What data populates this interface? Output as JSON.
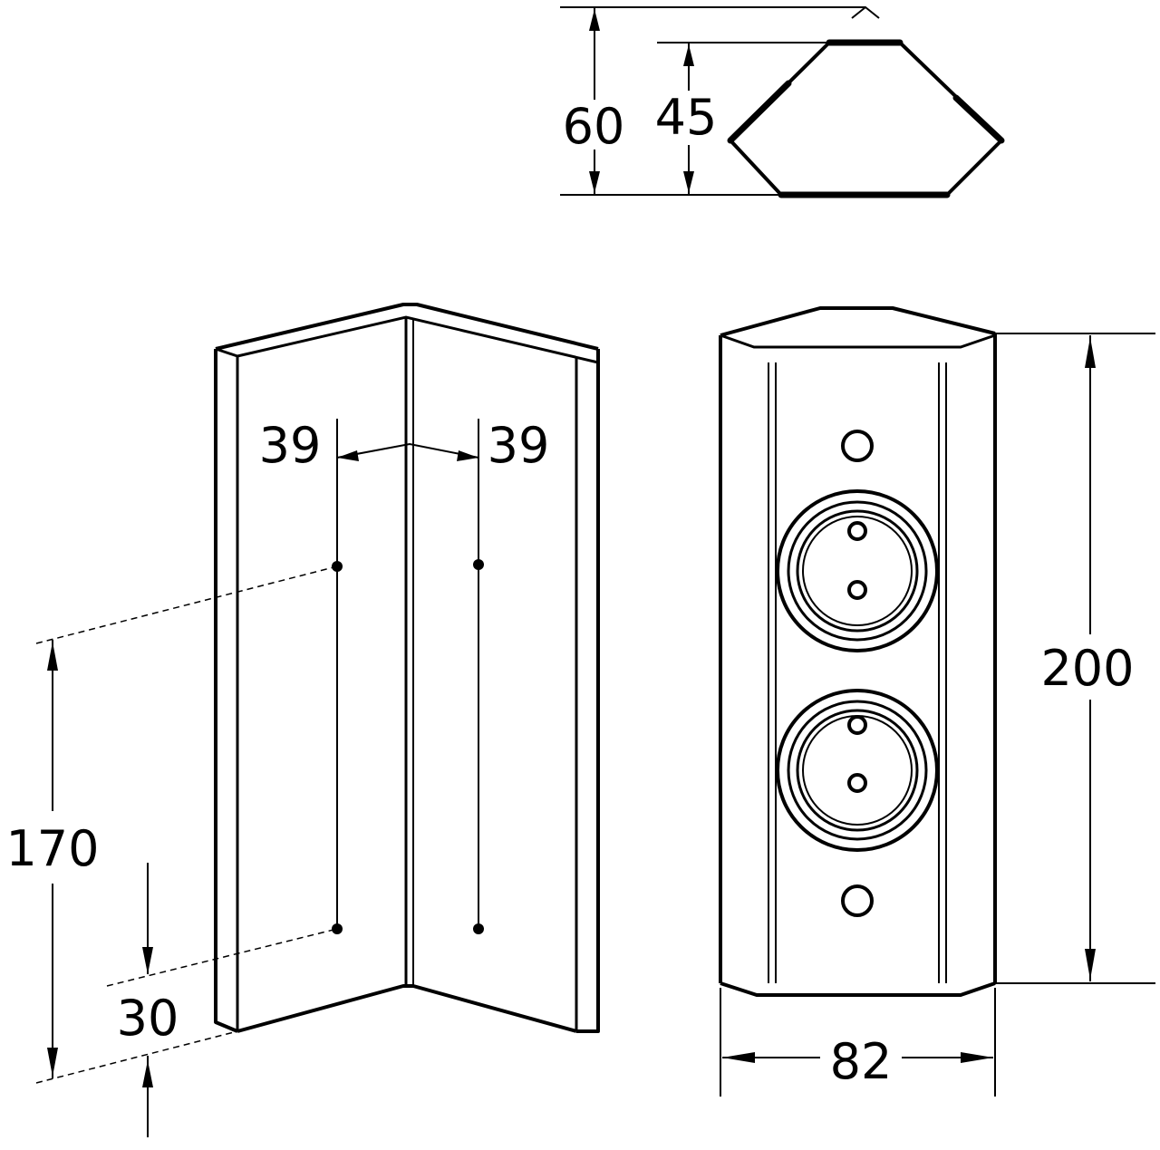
{
  "dimensions": {
    "top_view_overall_depth": "60",
    "top_view_inner_depth": "45",
    "mount_angle_left": "39",
    "mount_angle_right": "39",
    "hole_spacing_vertical": "170",
    "hole_offset_bottom": "30",
    "front_height": "200",
    "front_width": "82"
  },
  "colors": {
    "line": "#000000",
    "background": "#ffffff"
  }
}
